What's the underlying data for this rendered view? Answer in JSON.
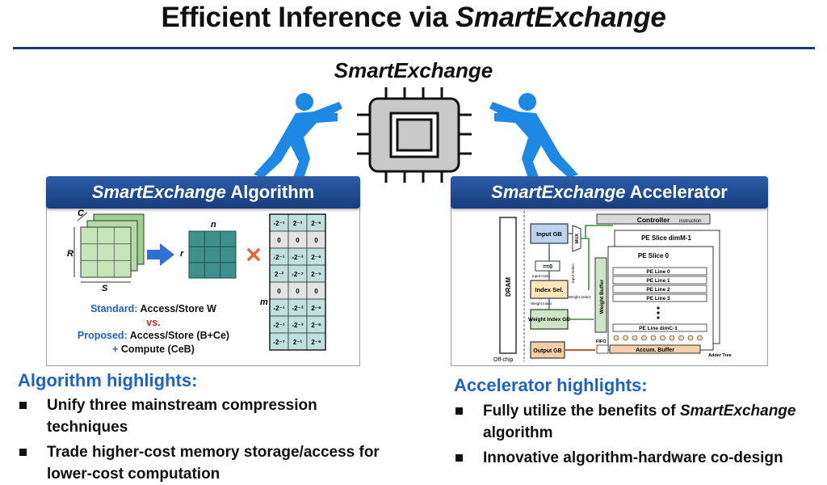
{
  "title": {
    "prefix": "Efficient Inference via ",
    "emph": "SmartExchange"
  },
  "center_label": "SmartExchange",
  "algorithm_panel": {
    "header_emph": "SmartExchange",
    "header_rest": " Algorithm",
    "labels": {
      "c": "C",
      "r_left": "R",
      "s": "S",
      "r_mid": "r",
      "n": "n",
      "m": "m"
    },
    "standard_label": "Standard:",
    "standard_text": "Access/Store W",
    "vs": "vs.",
    "proposed_label": "Proposed:",
    "proposed_text": "Access/Store (B+Ce)",
    "compute_plus": "+",
    "compute_text": "Compute (CeB)",
    "matrix_rows": [
      [
        "-2⁻¹",
        "2⁻³",
        "2⁻⁶"
      ],
      [
        "0",
        "0",
        "0"
      ],
      [
        "-2⁻¹",
        "-2⁻³",
        "2⁻⁶"
      ],
      [
        "2⁻²",
        "-2⁻⁷",
        "2⁻⁵"
      ],
      [
        "0",
        "0",
        "0"
      ],
      [
        "-2⁻¹",
        "-2⁻³",
        "2⁻⁶"
      ],
      [
        "-2⁻¹",
        "-2⁻³",
        "2⁻⁶"
      ],
      [
        "-2⁻⁷",
        "2⁻¹",
        "2⁻⁶"
      ]
    ]
  },
  "accelerator_panel": {
    "header_emph": "SmartExchange",
    "header_rest": " Accelerator",
    "labels": {
      "controller": "Controller",
      "instruction": "instruction",
      "input_gb": "Input GB",
      "mux": "MUX",
      "pe_slice_top": "PE Slice dimM-1",
      "pe_slice_0": "PE Slice 0",
      "pe_line_0": "PE Line 0",
      "pe_line_1": "PE Line 1",
      "pe_line_2": "PE Line 2",
      "pe_line_3": "PE Line 3",
      "pe_line_last": "PE Line dimC-1",
      "dram": "DRAM",
      "eq0": "==0",
      "input_index": "Input Index",
      "input_select": "Input Select",
      "index_sel": "Index Sel.",
      "weight_index": "Weight Index",
      "weight_select": "Weight Select",
      "weight_index_gb": "Weight Index GB",
      "weight_buffer": "Weight Buffer",
      "output_gb": "Output GB",
      "fifo": "FIFO",
      "accum_buffer": "Accum. Buffer",
      "adder_tree": "Adder Tree",
      "off_chip": "Off-chip"
    }
  },
  "algorithm_highlights": {
    "title": "Algorithm highlights:",
    "items": [
      "Unify three mainstream compression techniques",
      "Trade higher-cost memory storage/access for lower-cost computation"
    ]
  },
  "accelerator_highlights": {
    "title": "Accelerator highlights:",
    "item1_pre": "Fully utilize the benefits of ",
    "item1_emph": "SmartExchange",
    "item1_post": " algorithm",
    "item2": "Innovative algorithm-hardware co-design"
  },
  "colors": {
    "header_blue": "#1f4f9a",
    "highlight_blue": "#1f62c7",
    "rule_navy": "#1f3a6e",
    "figure_blue": "#1e88e5",
    "vs_red": "#c0262b",
    "cube_green": "#9fcf8f",
    "matrix_teal": "#3f8f8a",
    "weight_index_green": "#cfe6c4"
  }
}
